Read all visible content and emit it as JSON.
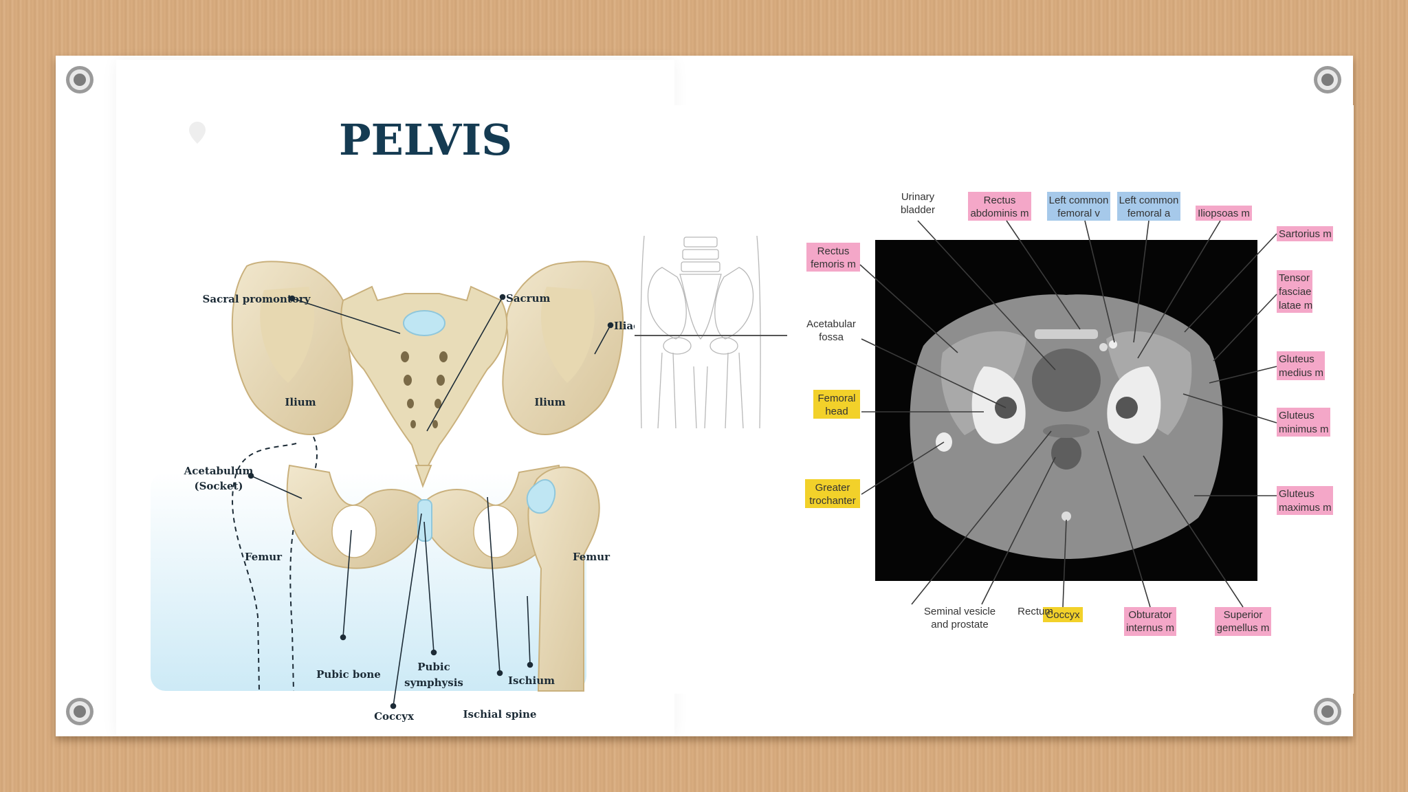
{
  "pelvis_diagram": {
    "title": "PELVIS",
    "labels": {
      "sacral_promontory": "Sacral promontory",
      "sacrum": "Sacrum",
      "iliac_crest": "Iliac crest",
      "ilium_left": "Ilium",
      "ilium_right": "Ilium",
      "acetabulum_line1": "Acetabulum",
      "acetabulum_line2": "(Socket)",
      "femur_left": "Femur",
      "femur_right": "Femur",
      "pubic_bone": "Pubic bone",
      "pubic_symphysis_line1": "Pubic",
      "pubic_symphysis_line2": "symphysis",
      "ischium": "Ischium",
      "coccyx": "Coccyx",
      "ischial_spine": "Ischial spine"
    }
  },
  "ct_diagram": {
    "colors": {
      "pink": "#f4a7c8",
      "blue": "#a6c9ea",
      "yellow": "#f2d12a"
    },
    "labels": {
      "urinary_bladder": [
        "Urinary",
        "bladder"
      ],
      "rectus_abdominis": [
        "Rectus",
        "abdominis m"
      ],
      "left_common_femoral_v": [
        "Left common",
        "femoral v"
      ],
      "left_common_femoral_a": [
        "Left common",
        "femoral a"
      ],
      "iliopsoas": [
        "Iliopsoas m"
      ],
      "sartorius": [
        "Sartorius m"
      ],
      "rectus_femoris": [
        "Rectus",
        "femoris m"
      ],
      "tensor_fasciae_latae": [
        "Tensor",
        "fasciae",
        "latae m"
      ],
      "acetabular_fossa": [
        "Acetabular",
        "fossa"
      ],
      "gluteus_medius": [
        "Gluteus",
        "medius m"
      ],
      "femoral_head": [
        "Femoral",
        "head"
      ],
      "gluteus_minimus": [
        "Gluteus",
        "minimus m"
      ],
      "greater_trochanter": [
        "Greater",
        "trochanter"
      ],
      "gluteus_maximus": [
        "Gluteus",
        "maximus m"
      ],
      "seminal_vesicle": [
        "Seminal vesicle",
        "and prostate"
      ],
      "rectum": [
        "Rectum"
      ],
      "coccyx": [
        "Coccyx"
      ],
      "obturator_internus": [
        "Obturator",
        "internus m"
      ],
      "superior_gemellus": [
        "Superior",
        "gemellus m"
      ]
    }
  }
}
